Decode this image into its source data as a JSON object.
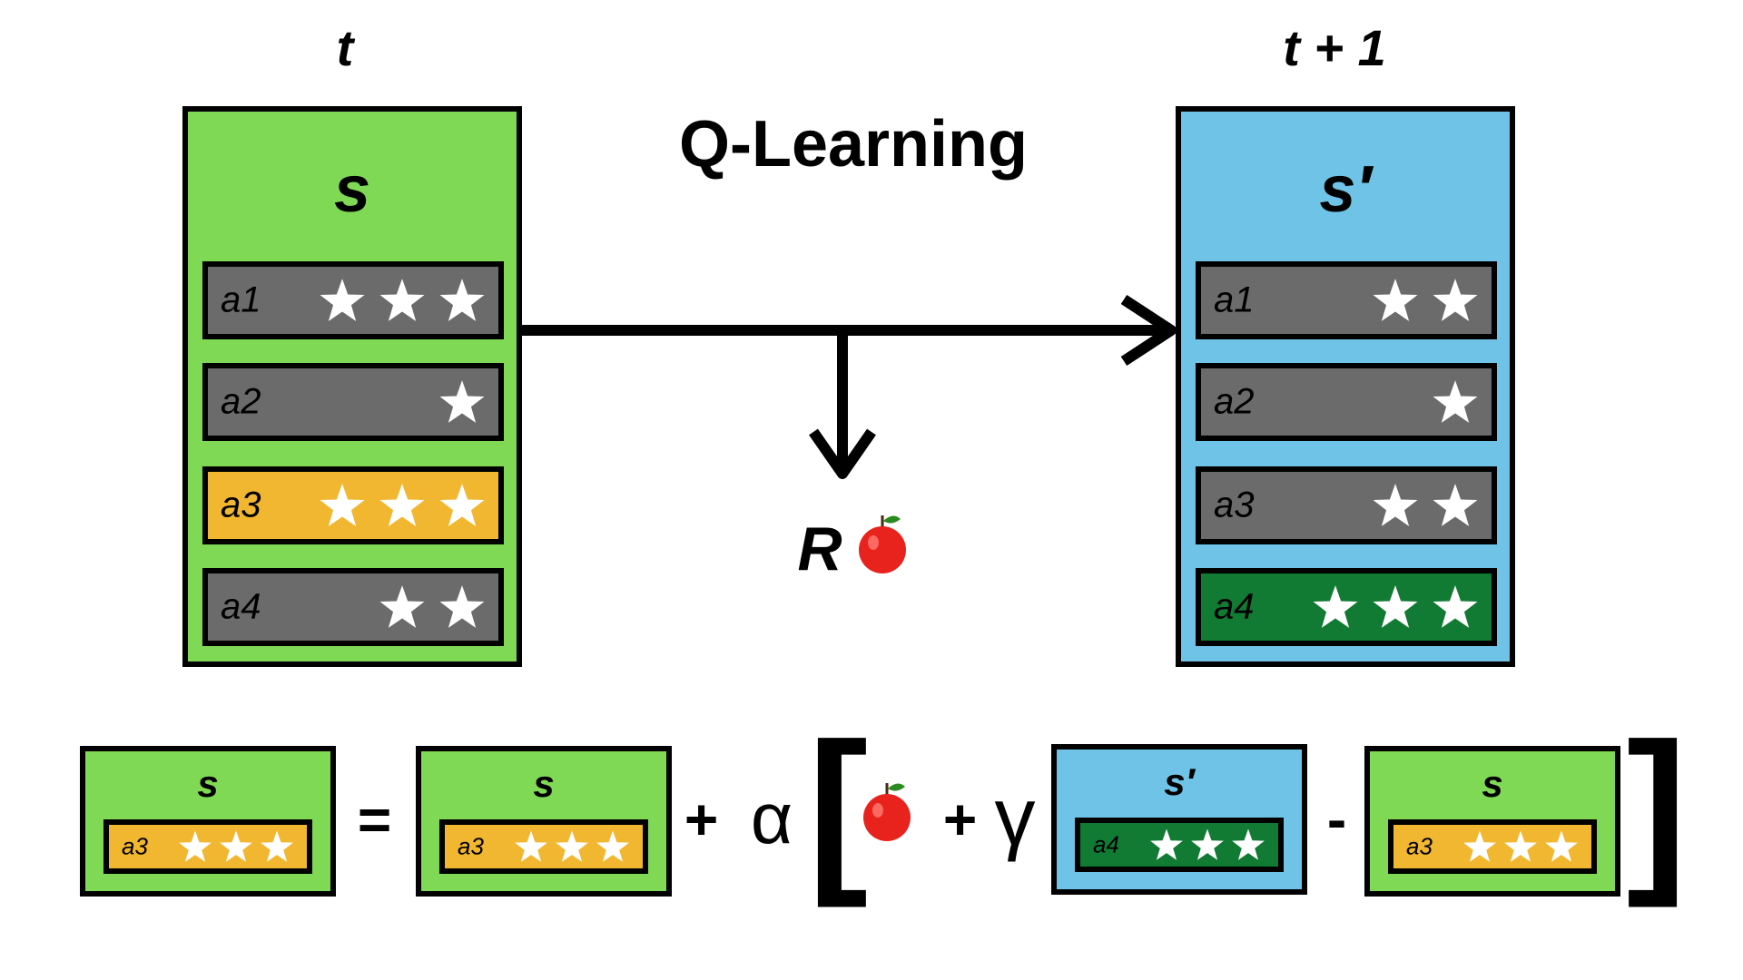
{
  "title": "Q-Learning",
  "time_labels": {
    "t": "t",
    "t1": "t + 1"
  },
  "reward_label": "R",
  "colors": {
    "state_s": "#80d955",
    "state_s_prime": "#6ec3e6",
    "action_gray": "#6b6b6b",
    "action_selected": "#f2b731",
    "action_best_next": "#117a33",
    "apple": "#e8231d",
    "leaf": "#2b8a1f"
  },
  "state_s": {
    "label": "s",
    "actions": [
      {
        "name": "a1",
        "stars": 3,
        "highlight": "none"
      },
      {
        "name": "a2",
        "stars": 1,
        "highlight": "none"
      },
      {
        "name": "a3",
        "stars": 3,
        "highlight": "selected"
      },
      {
        "name": "a4",
        "stars": 2,
        "highlight": "none"
      }
    ]
  },
  "state_s_prime": {
    "label": "s′",
    "actions": [
      {
        "name": "a1",
        "stars": 2,
        "highlight": "none"
      },
      {
        "name": "a2",
        "stars": 1,
        "highlight": "none"
      },
      {
        "name": "a3",
        "stars": 2,
        "highlight": "none"
      },
      {
        "name": "a4",
        "stars": 3,
        "highlight": "best"
      }
    ]
  },
  "equation": {
    "lhs": {
      "state": "s",
      "action": "a3",
      "stars": 3
    },
    "equals": "=",
    "term1": {
      "state": "s",
      "action": "a3",
      "stars": 3
    },
    "plus": "+",
    "alpha": "α",
    "bracket_open": "[",
    "plus2": "+",
    "gamma": "γ",
    "term_next": {
      "state": "s′",
      "action": "a4",
      "stars": 3
    },
    "minus": "-",
    "term_last": {
      "state": "s",
      "action": "a3",
      "stars": 3
    },
    "bracket_close": "]"
  }
}
